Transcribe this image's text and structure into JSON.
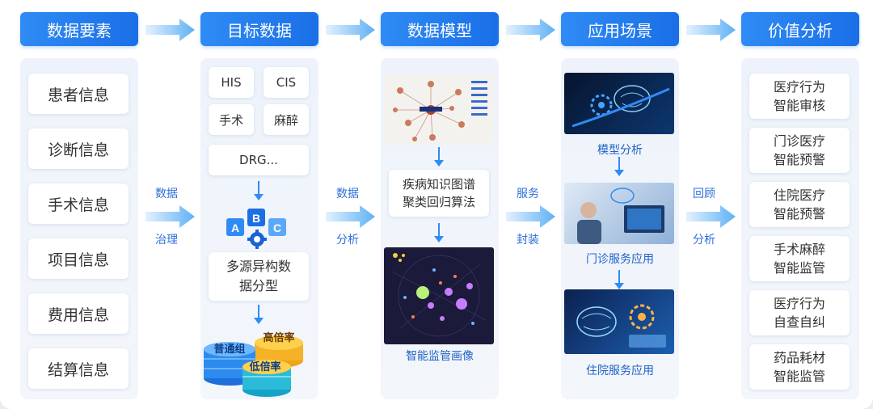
{
  "headers": [
    "数据要素",
    "目标数据",
    "数据模型",
    "应用场景",
    "价值分析"
  ],
  "col1": [
    "患者信息",
    "诊断信息",
    "手术信息",
    "项目信息",
    "费用信息",
    "结算信息"
  ],
  "col2": {
    "tags": [
      "HIS",
      "CIS",
      "手术",
      "麻醉"
    ],
    "drg": "DRG...",
    "multisource": "多源异构数\n据分型",
    "logo_letters": [
      "A",
      "B",
      "C"
    ],
    "stack_labels": {
      "high": "高倍率",
      "normal": "普通组",
      "low": "低倍率"
    }
  },
  "col3": {
    "algo": "疾病知识图谱\n聚类回归算法",
    "caption": "智能监管画像"
  },
  "col4": {
    "captions": [
      "模型分析",
      "门诊服务应用",
      "住院服务应用"
    ]
  },
  "col5": [
    "医疗行为\n智能审核",
    "门诊医疗\n智能预警",
    "住院医疗\n智能预警",
    "手术麻醉\n智能监管",
    "医疗行为\n自查自纠",
    "药品耗材\n智能监管"
  ],
  "mid_labels": [
    [
      "数据",
      "治理"
    ],
    [
      "数据",
      "分析"
    ],
    [
      "服务",
      "封装"
    ],
    [
      "回顾",
      "分析"
    ]
  ]
}
